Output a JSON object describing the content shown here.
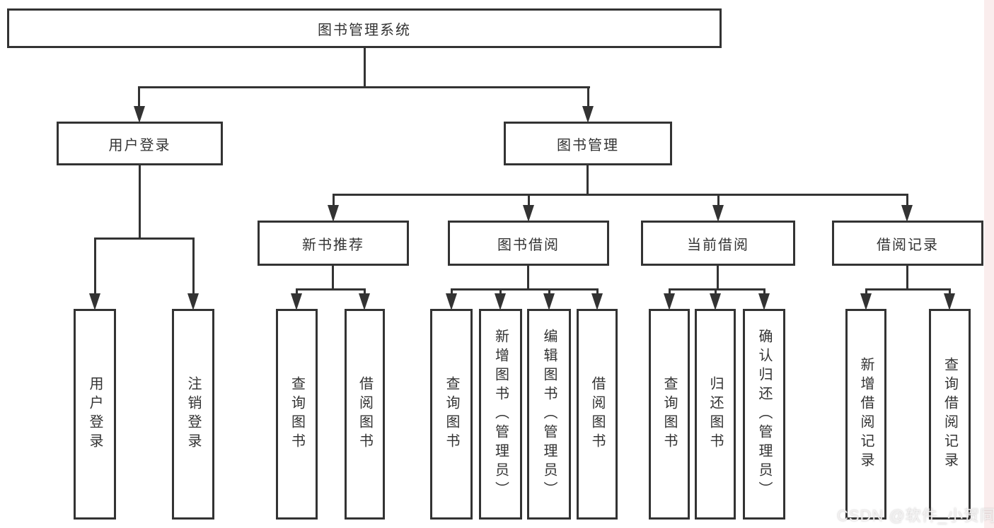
{
  "nodes": {
    "root": "图书管理系统",
    "user_login": "用户登录",
    "book_mgmt": "图书管理",
    "new_book_rec": "新书推荐",
    "book_borrow": "图书借阅",
    "current_borrow": "当前借阅",
    "borrow_record": "借阅记录"
  },
  "leaves": [
    {
      "label": "用户登录"
    },
    {
      "label": "注销登录"
    },
    {
      "label": "查询图书"
    },
    {
      "label": "借阅图书"
    },
    {
      "label": "查询图书"
    },
    {
      "label": "新增图书（管理员）"
    },
    {
      "label": "编辑图书（管理员）"
    },
    {
      "label": "借阅图书"
    },
    {
      "label": "查询图书"
    },
    {
      "label": "归还图书"
    },
    {
      "label": "确认归还（管理员）"
    },
    {
      "label": "新增借阅记录"
    },
    {
      "label": "查询借阅记录"
    }
  ],
  "watermark": "CSDN @软件_小贺同学",
  "colors": {
    "line": "#333333",
    "text": "#333333",
    "background": "#ffffff",
    "watermark_strip": "#f3d8d8",
    "watermark_text": "#f4f2f2"
  }
}
